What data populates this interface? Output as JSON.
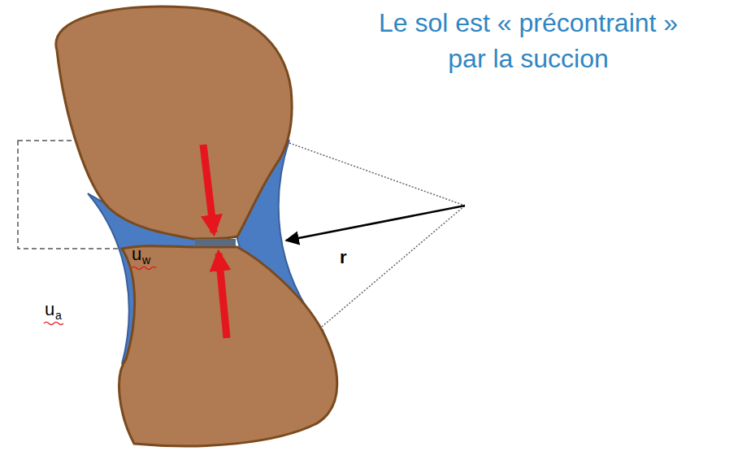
{
  "diagram": {
    "title": "Le sol est « précontraint » par la succion",
    "labels": [
      "u",
      "w",
      "u",
      "a",
      "r"
    ]
  }
}
